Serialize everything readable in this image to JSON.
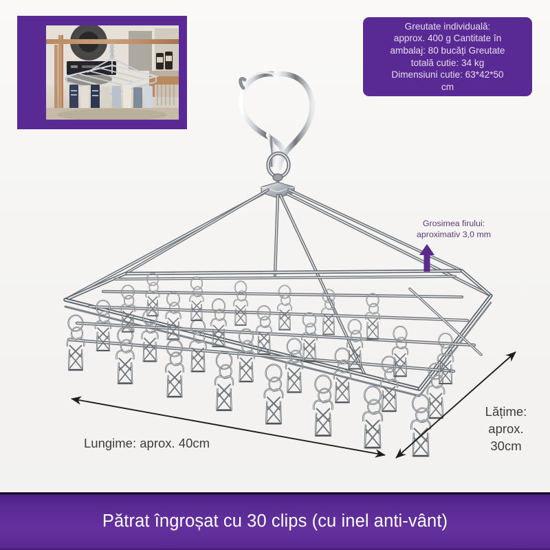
{
  "page": {
    "background_color": "#f6f5f3",
    "accent_purple": "#5a2a94",
    "banner_purple": "#5b2c95"
  },
  "inset_photo": {
    "alt": "Hanger with socks clipped, hanging on a wooden rack in a laundry room",
    "frame_color": "#5a2a94"
  },
  "spec_box": {
    "text": "Greutate individuală:\napprox. 400 g Cantitate în\nambalaj: 80 bucăți Greutate\ntotală cutie: 34 kg\nDimensiuni cutie: 63*42*50\ncm",
    "background_color": "#5a2a94",
    "text_color": "#e6dcf2"
  },
  "wire_annotation": {
    "text": "Grosimea firului:\naproximativ 3,0 mm",
    "text_color": "#5d3a7a",
    "arrow_color": "#5b2a8c",
    "arrow_direction": "up"
  },
  "dimensions": {
    "length_label": "Lungime: aprox. 40cm",
    "width_label": "Lățime:\naprox.\n30cm",
    "label_color": "#3c3c3c"
  },
  "banner": {
    "text": "Pătrat îngroșat cu 30 clips (cu inel anti-vânt)",
    "text_color": "#ffffff",
    "background_color": "#5b2c95"
  },
  "product": {
    "clip_count": 30,
    "rows": 4,
    "columns": 8,
    "material_tone": "#8f9499"
  }
}
